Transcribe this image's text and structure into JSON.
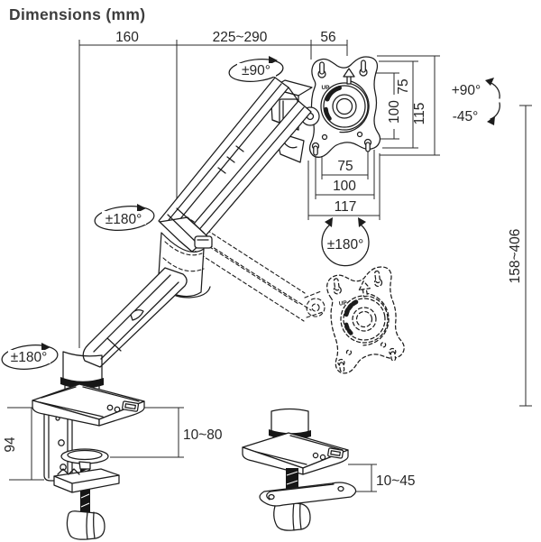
{
  "title": "Dimensions (mm)",
  "colors": {
    "line": "#1c1c1c",
    "dimension_text": "#262626",
    "title_text": "#3d3d3d",
    "background": "#ffffff",
    "dark_fill": "#161616"
  },
  "dimensions": {
    "top": [
      "160",
      "225~290",
      "56"
    ],
    "vesa_vertical": [
      "75",
      "100",
      "115"
    ],
    "vesa_horizontal": [
      "75",
      "100",
      "117"
    ],
    "height_range": "158~406",
    "clamp_height": "94",
    "clamp_range": "10~80",
    "grommet_range": "10~45"
  },
  "rotations": {
    "head_swivel": "±90°",
    "arm_swivel": "±180°",
    "base_swivel": "±180°",
    "vesa_rotation": "±180°",
    "tilt_up": "+90°",
    "tilt_down": "-45°"
  },
  "markings": {
    "vesa_up": "UP"
  }
}
